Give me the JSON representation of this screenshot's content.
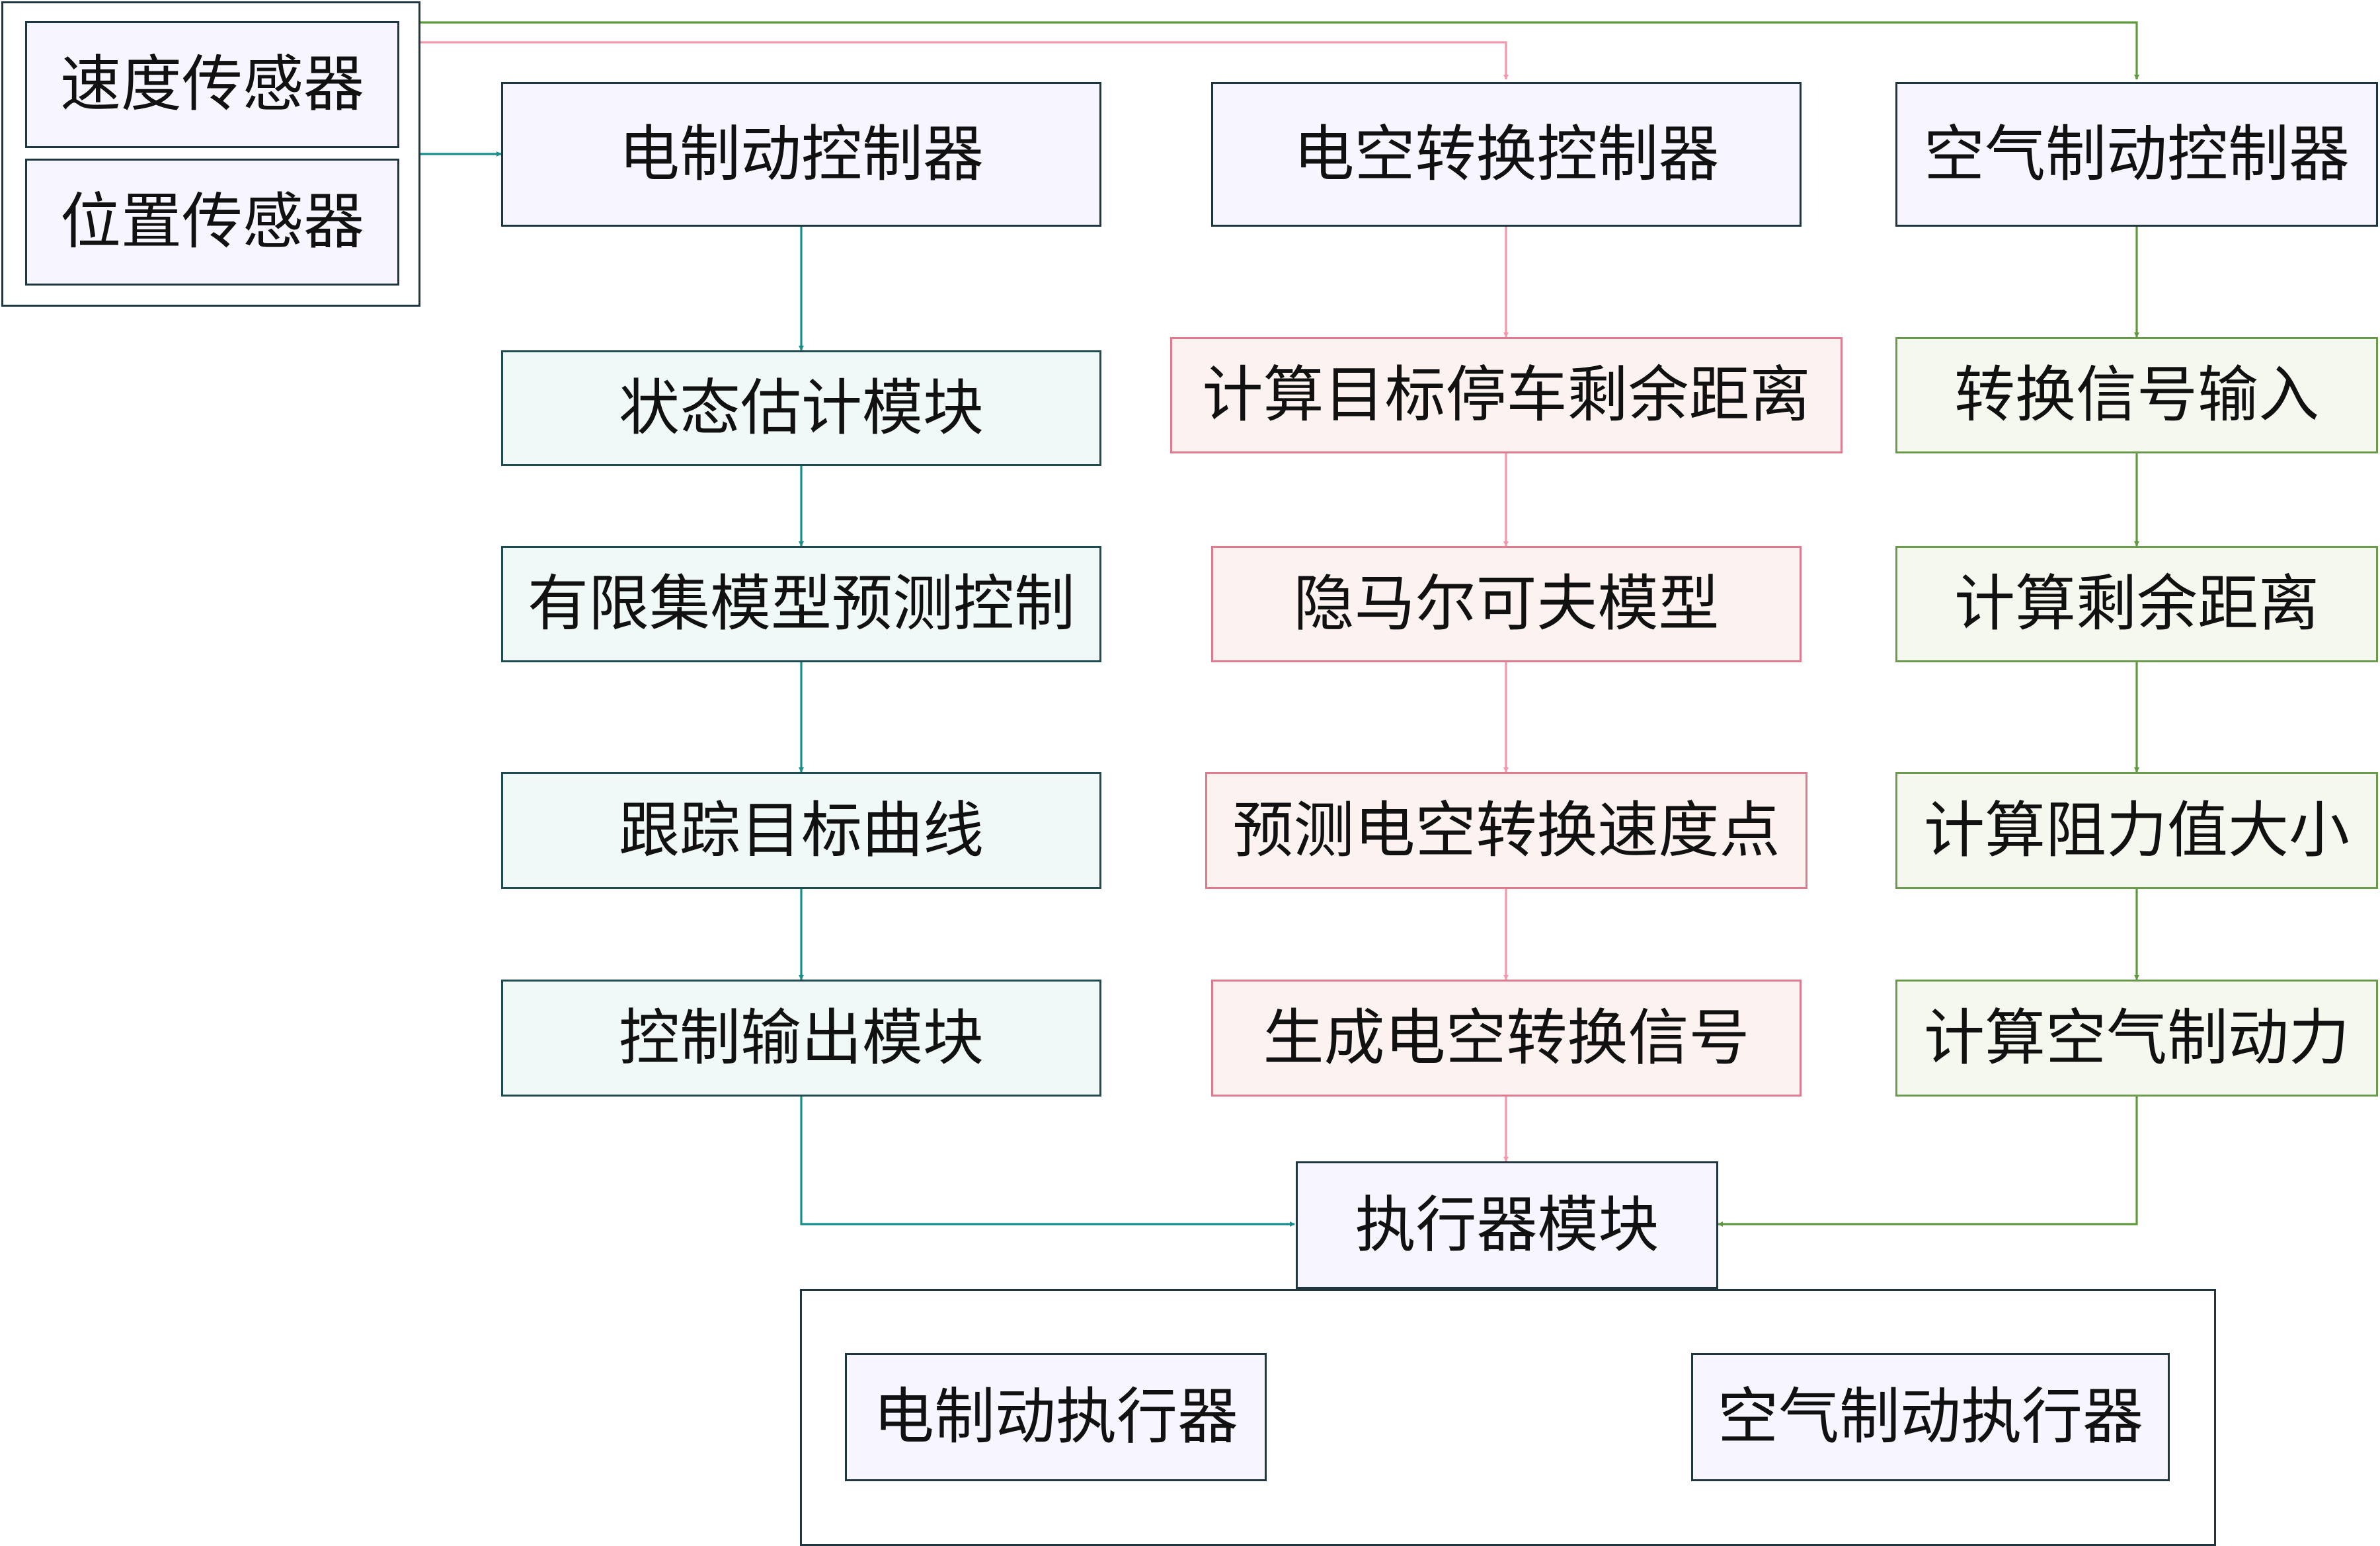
{
  "colors": {
    "teal": "#168f8c",
    "pink": "#ef9aaa",
    "green": "#5e9a3c",
    "border": "#1f3540"
  },
  "sensors": {
    "speed": "速度传感器",
    "position": "位置传感器"
  },
  "controllers": {
    "electric": "电制动控制器",
    "conversion": "电空转换控制器",
    "air": "空气制动控制器"
  },
  "electric_column": [
    "状态估计模块",
    "有限集模型预测控制",
    "跟踪目标曲线",
    "控制输出模块"
  ],
  "conversion_column": [
    "计算目标停车剩余距离",
    "隐马尔可夫模型",
    "预测电空转换速度点",
    "生成电空转换信号"
  ],
  "air_column": [
    "转换信号输入",
    "计算剩余距离",
    "计算阻力值大小",
    "计算空气制动力"
  ],
  "actuator": {
    "module": "执行器模块",
    "electric": "电制动执行器",
    "air": "空气制动执行器"
  }
}
